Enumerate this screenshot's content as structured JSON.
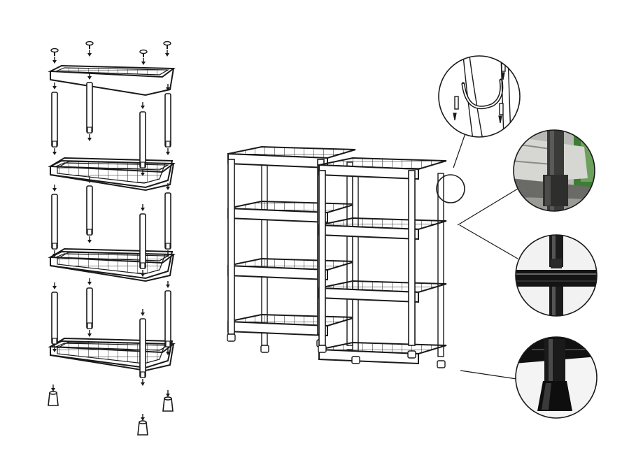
{
  "diagram": {
    "kind": "assembly-instructions",
    "line_color": "#1a1a1a",
    "background": "#ffffff",
    "panels": {
      "exploded": {
        "shelf_count": 4,
        "poles_per_gap": 4,
        "screws": 4,
        "feet": 4,
        "arrow_icon": "arrow-down-icon"
      },
      "assembled": {
        "units": 2,
        "shelves_per_unit": 4,
        "feet_per_unit": 4
      },
      "details": [
        {
          "id": "wall-bracket",
          "icon": "wall-bracket-icon",
          "style": "line-art"
        },
        {
          "id": "pole-socket",
          "icon": "pole-socket-icon",
          "style": "photo",
          "accent": "#3e7d34"
        },
        {
          "id": "pole-joint",
          "icon": "pole-joint-icon",
          "style": "photo"
        },
        {
          "id": "foot-cap",
          "icon": "foot-cap-icon",
          "style": "photo"
        }
      ]
    }
  }
}
